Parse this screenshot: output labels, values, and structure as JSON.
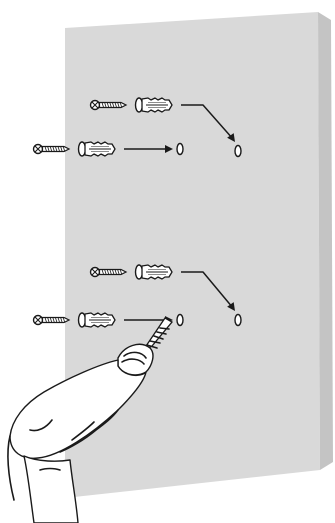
{
  "figure": {
    "background": "#ffffff",
    "wall_face_color": "#d9d9d9",
    "wall_side_color": "#c4c4c4",
    "ink_color": "#1a1a1a",
    "groups": [
      {
        "id": "upper",
        "rows": [
          {
            "part": "screw-and-anchor",
            "target": "drilled-hole",
            "path": "bent-arrow"
          },
          {
            "part": "screw-and-anchor",
            "target": "drilled-hole",
            "path": "straight-arrow"
          }
        ]
      },
      {
        "id": "lower",
        "rows": [
          {
            "part": "screw-and-anchor",
            "target": "drilled-hole",
            "path": "bent-arrow"
          },
          {
            "part": "screw-and-anchor",
            "target": "drilled-hole",
            "path": "straight-arrow"
          }
        ]
      }
    ],
    "tool": {
      "name": "hand-drill-icon",
      "bit": "drill-bit-icon"
    }
  }
}
